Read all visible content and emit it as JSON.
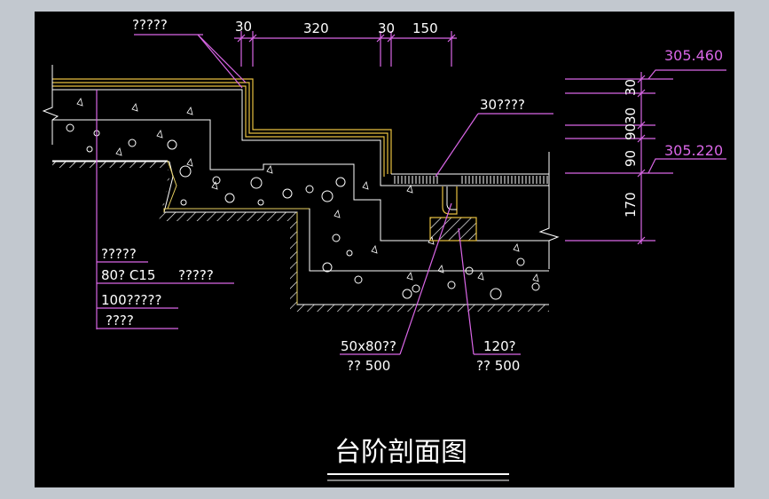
{
  "drawing": {
    "title": "台阶剖面图",
    "dimensions_top": [
      "30",
      "320",
      "30",
      "150"
    ],
    "elevations": [
      "305.460",
      "305.220"
    ],
    "dimensions_right": [
      "30",
      "30",
      "90",
      "90",
      "170"
    ],
    "labels": {
      "top_layer": "?????",
      "right_layer": "30????",
      "legend_1": "?????",
      "legend_2": "80? C15",
      "legend_2b": "?????",
      "legend_3": "100?????",
      "legend_4": "????",
      "callout_left_1": "50x80??",
      "callout_left_2": "?? 500",
      "callout_right_1": "120?",
      "callout_right_2": "?? 500"
    }
  }
}
